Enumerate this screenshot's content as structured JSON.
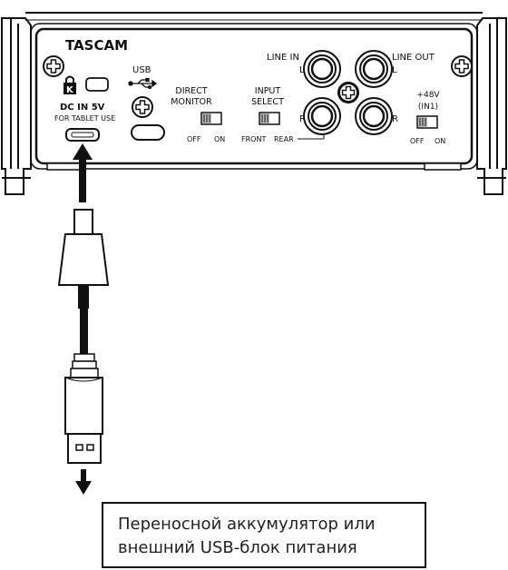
{
  "brand": "TASCAM",
  "labels": {
    "dc_in": "DC IN 5V",
    "tablet_use": "FOR TABLET USE",
    "usb": "USB",
    "direct": "DIRECT",
    "monitor": "MONITOR",
    "input": "INPUT",
    "select": "SELECT",
    "off1": "OFF",
    "on1": "ON",
    "front": "FRONT",
    "rear": "REAR",
    "line_in": "LINE IN",
    "line_out": "LINE OUT",
    "l_in": "L",
    "r_in": "R",
    "l_out": "L",
    "r_out": "R",
    "phantom": "+48V",
    "in1": "(IN1)",
    "off2": "OFF",
    "on2": "ON",
    "usb_plug_symbol": "□ □"
  },
  "switches": {
    "direct_monitor_position": "off",
    "input_select_position": "front",
    "phantom_position": "off"
  },
  "caption": {
    "lines": [
      "Переносной аккумулятор или",
      "внешний USB-блок питания"
    ]
  },
  "icons": [
    "screw-icon",
    "kensington-lock-icon",
    "usb-symbol-icon",
    "arrow-up-icon",
    "arrow-down-icon"
  ],
  "colors": {
    "line": "#111111",
    "panel": "#ffffff",
    "shade": "#d9d9d9"
  }
}
